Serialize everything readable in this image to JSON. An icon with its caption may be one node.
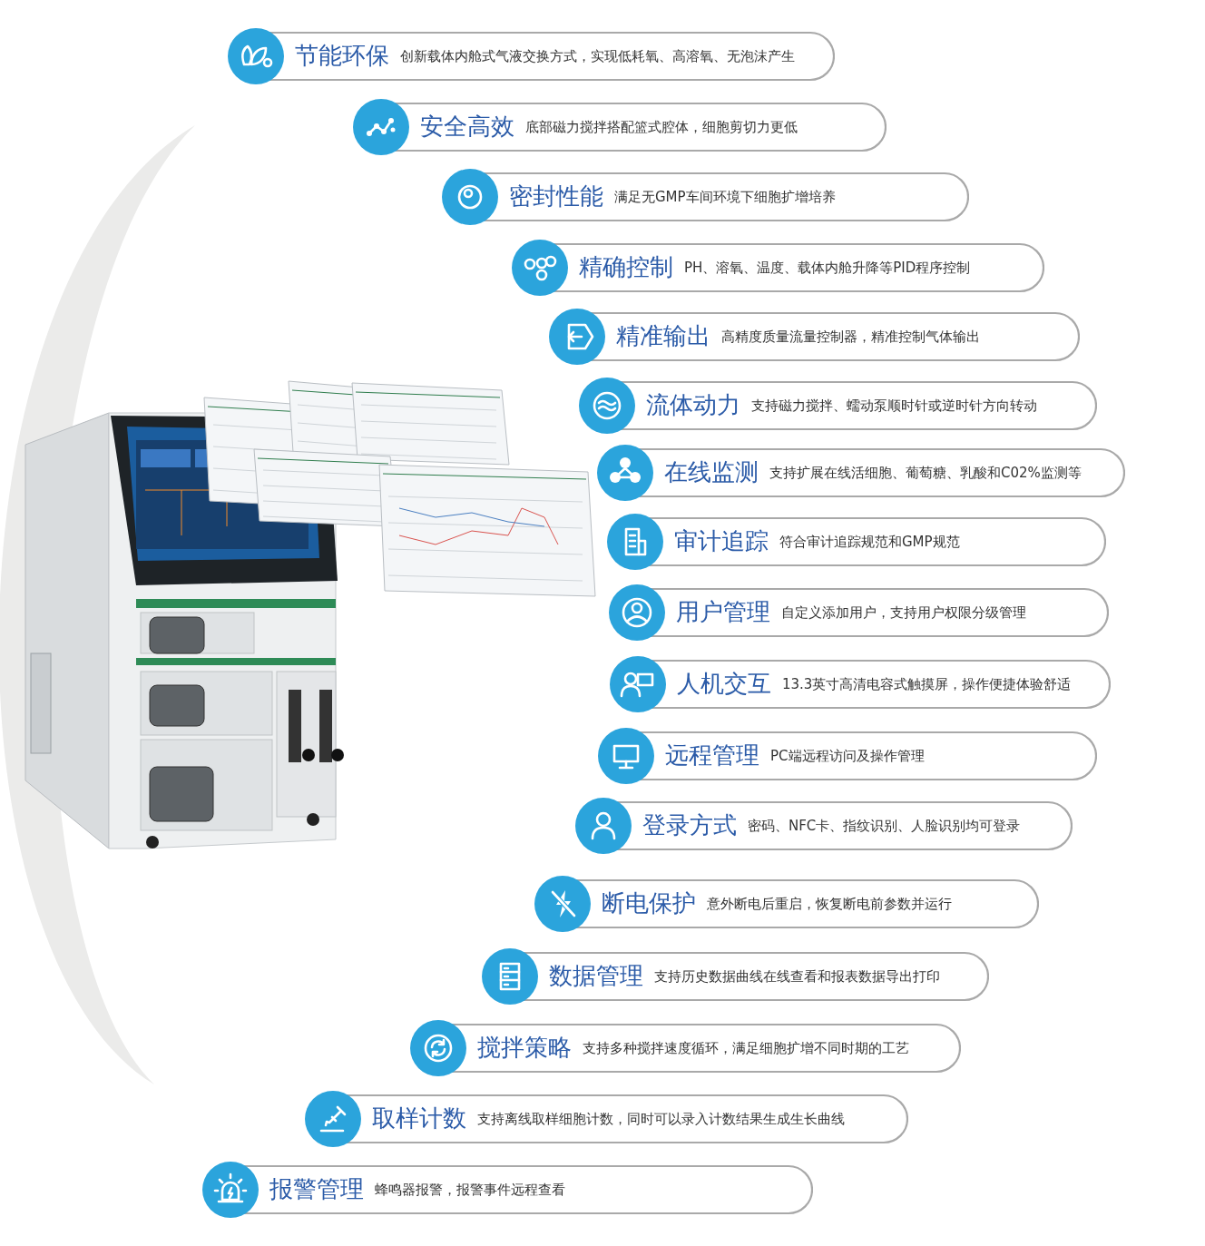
{
  "diagram": {
    "nodes": [
      {
        "text": [
          "节能环保",
          "创新载体内舱式气液交换方式，实现低耗氧、高溶氧、无泡沫产生"
        ]
      },
      {
        "text": [
          "安全高效",
          "底部磁力搅拌搭配篮式腔体，细胞剪切力更低"
        ]
      },
      {
        "text": [
          "密封性能",
          "满足无GMP车间环境下细胞扩增培养"
        ]
      },
      {
        "text": [
          "精确控制",
          "PH、溶氧、温度、载体内舱升降等PID程序控制"
        ]
      },
      {
        "text": [
          "精准输出",
          "高精度质量流量控制器，精准控制气体输出"
        ]
      },
      {
        "text": [
          "流体动力",
          "支持磁力搅拌、蠕动泵顺时针或逆时针方向转动"
        ]
      },
      {
        "text": [
          "在线监测",
          "支持扩展在线活细胞、葡萄糖、乳酸和C02%监测等"
        ]
      },
      {
        "text": [
          "审计追踪",
          "符合审计追踪规范和GMP规范"
        ]
      },
      {
        "text": [
          "用户管理",
          "自定义添加用户，支持用户权限分级管理"
        ]
      },
      {
        "text": [
          "人机交互",
          "13.3英寸高清电容式触摸屏，操作便捷体验舒适"
        ]
      },
      {
        "text": [
          "远程管理",
          "PC端远程访问及操作管理"
        ]
      },
      {
        "text": [
          "登录方式",
          "密码、NFC卡、指纹识别、人脸识别均可登录"
        ]
      },
      {
        "text": [
          "断电保护",
          "意外断电后重启，恢复断电前参数并运行"
        ]
      },
      {
        "text": [
          "数据管理",
          "支持历史数据曲线在线查看和报表数据导出打印"
        ]
      },
      {
        "text": [
          "搅拌策略",
          "支持多种搅拌速度循环，满足细胞扩增不同时期的工艺"
        ]
      },
      {
        "text": [
          "取样计数",
          "支持离线取样细胞计数，同时可以录入计数结果生成生长曲线"
        ]
      },
      {
        "text": [
          "报警管理",
          "蜂鸣器报警，报警事件远程查看"
        ]
      }
    ]
  }
}
